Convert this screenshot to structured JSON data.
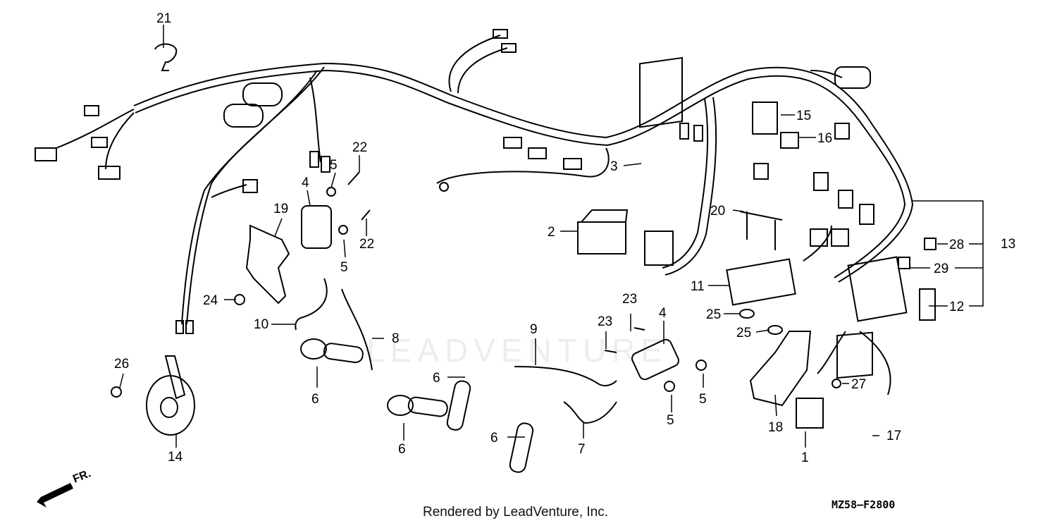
{
  "footer": {
    "credit": "Rendered by LeadVenture, Inc.",
    "diagram_code": "MZ58—F2800"
  },
  "direction_marker": "FR.",
  "watermark": "LEADVENTURE",
  "callouts": {
    "c1": "1",
    "c2": "2",
    "c3": "3",
    "c4a": "4",
    "c4b": "4",
    "c5a": "5",
    "c5b": "5",
    "c5c": "5",
    "c5d": "5",
    "c6a": "6",
    "c6b": "6",
    "c6c": "6",
    "c6d": "6",
    "c7": "7",
    "c8": "8",
    "c9": "9",
    "c10": "10",
    "c11": "11",
    "c12": "12",
    "c13": "13",
    "c14": "14",
    "c15": "15",
    "c16": "16",
    "c17": "17",
    "c18": "18",
    "c19": "19",
    "c20": "20",
    "c21": "21",
    "c22a": "22",
    "c22b": "22",
    "c23a": "23",
    "c23b": "23",
    "c24": "24",
    "c25a": "25",
    "c25b": "25",
    "c26": "26",
    "c27": "27",
    "c28": "28",
    "c29": "29"
  }
}
